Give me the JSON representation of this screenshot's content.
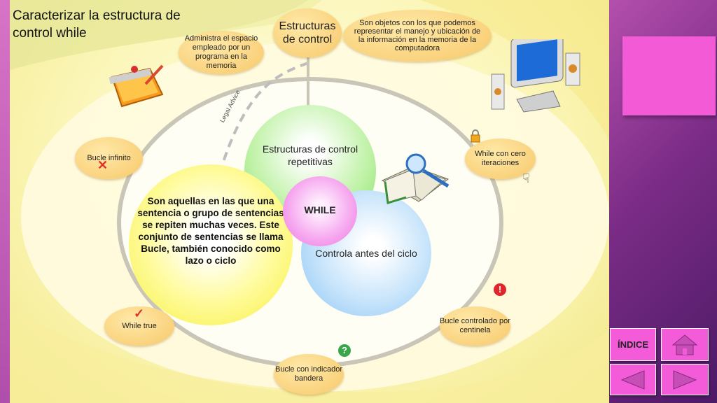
{
  "title": "Caracterizar la estructura de control while",
  "center_top": "Estructuras de control",
  "note_left": "Administra el espacio empleado por un programa en la memoria",
  "note_right": "Son objetos con los que podemos representar el manejo y ubicación de la información en la memoria de la computadora",
  "green_circle": "Estructuras de control repetitivas",
  "yellow_circle": "Son aquellas en las que una sentencia o grupo de sentencias se repiten muchas veces. Este conjunto de sentencias se llama Bucle, también conocido como lazo o ciclo",
  "blue_circle": "Controla antes del ciclo",
  "center_circle": "WHILE",
  "curve_label": "Legal Advice",
  "bubbles": {
    "bucle_infinito": "Bucle infinito",
    "while_cero": "While con cero iteraciones",
    "while_true": "While true",
    "centinela": "Bucle controlado por centinela",
    "bandera": "Bucle con indicador bandera"
  },
  "nav": {
    "indice": "ÍNDICE"
  },
  "colors": {
    "accent_pink": "#f35ad6",
    "sidebar_purple": "#7b2c86",
    "bubble_orange": "#f7c86a"
  }
}
